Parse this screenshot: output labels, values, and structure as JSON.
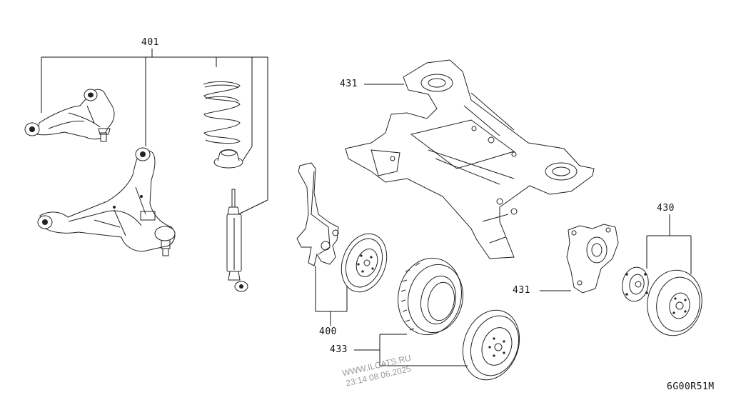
{
  "callouts": {
    "c401": "401",
    "c431_top": "431",
    "c431_mid": "431",
    "c430": "430",
    "c400": "400",
    "c433": "433"
  },
  "diagram_code": "6G00R51M",
  "watermark": {
    "site": "WWW.ILCATS.RU",
    "timestamp": "23:14 08.06.2025"
  }
}
